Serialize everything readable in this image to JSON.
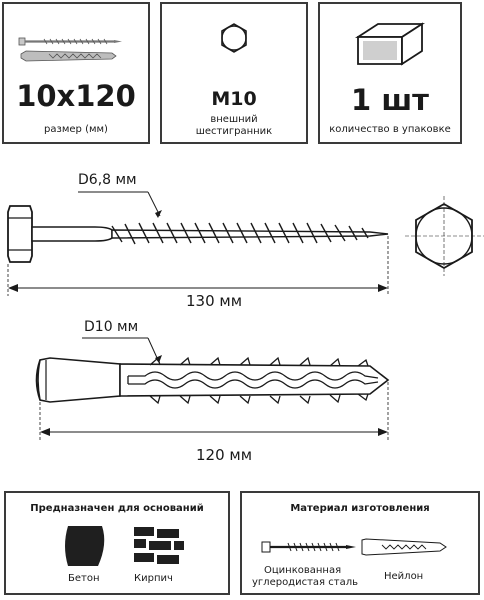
{
  "specs": {
    "size": {
      "value": "10x120",
      "label": "размер (мм)"
    },
    "head": {
      "value": "M10",
      "label_line1": "внешний",
      "label_line2": "шестигранник"
    },
    "quantity": {
      "value": "1 шт",
      "label": "количество в упаковке"
    }
  },
  "screw_drawing": {
    "diameter_label": "D6,8 мм",
    "length_label": "130 мм"
  },
  "plug_drawing": {
    "diameter_label": "D10 мм",
    "length_label": "120 мм"
  },
  "bases": {
    "title": "Предназначен для оснований",
    "items": [
      {
        "label": "Бетон",
        "icon": "concrete-block-icon"
      },
      {
        "label": "Кирпич",
        "icon": "brick-icon"
      }
    ]
  },
  "material": {
    "title": "Материал изготовления",
    "items": [
      {
        "label_line1": "Оцинкованная",
        "label_line2": "углеродистая сталь",
        "icon": "screw-icon"
      },
      {
        "label_line1": "Нейлон",
        "icon": "wall-plug-icon"
      }
    ]
  },
  "colors": {
    "line": "#1a1a1a",
    "border": "#3a3a3a",
    "background": "#ffffff"
  }
}
